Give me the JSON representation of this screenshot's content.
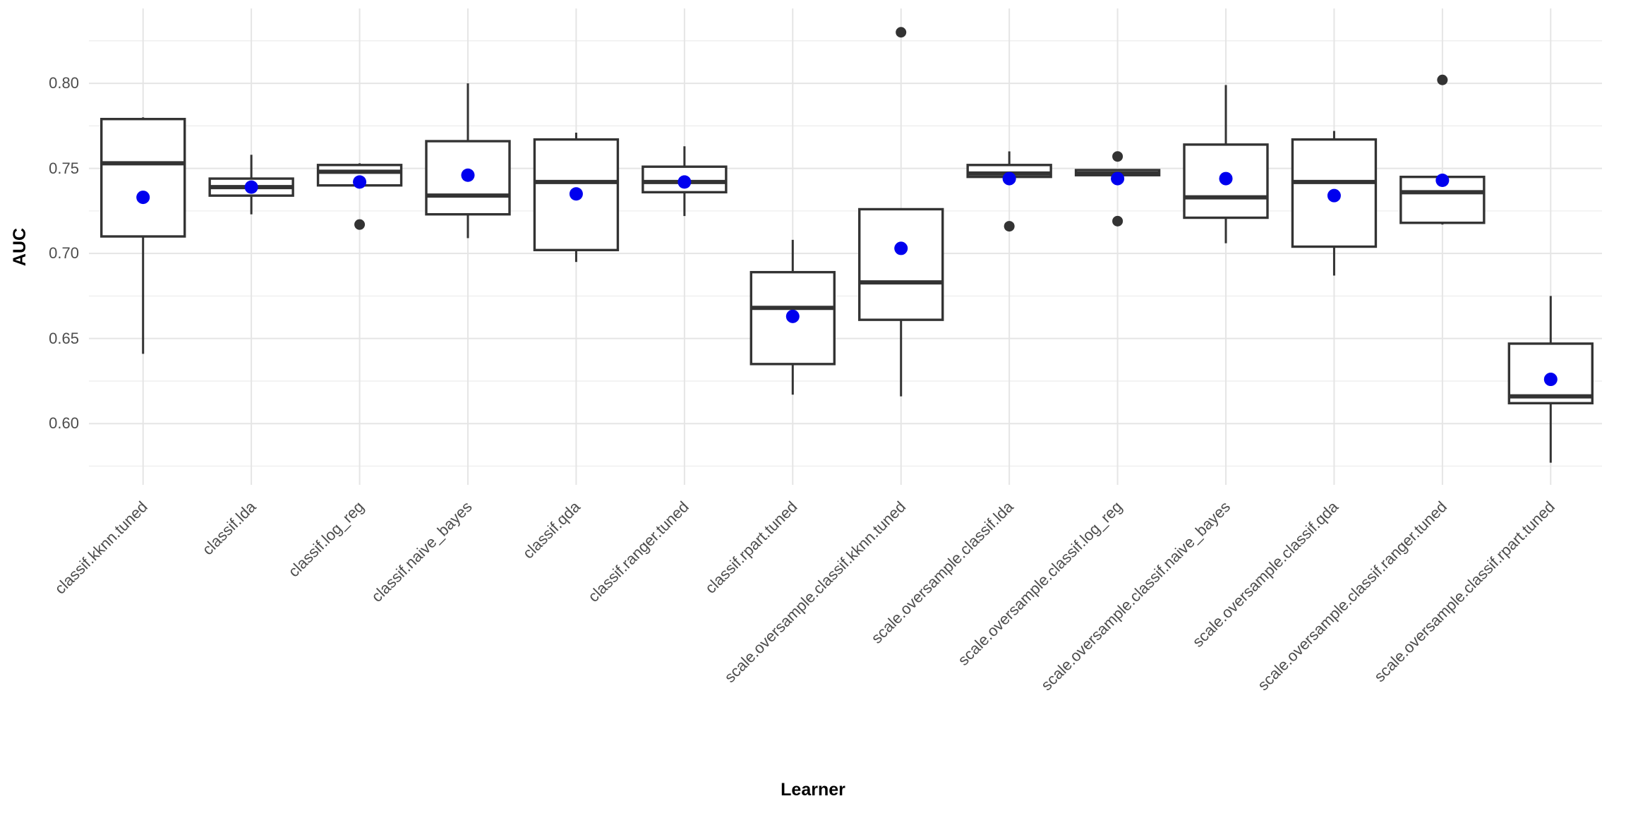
{
  "chart_data": {
    "type": "boxplot",
    "title": "",
    "xlabel": "Learner",
    "ylabel": "AUC",
    "ylim": [
      0.564,
      0.844
    ],
    "y_major_ticks": [
      0.6,
      0.65,
      0.7,
      0.75,
      0.8
    ],
    "y_tick_labels": [
      "0.60",
      "0.65",
      "0.70",
      "0.75",
      "0.80"
    ],
    "y_minor_ticks": [
      0.575,
      0.625,
      0.675,
      0.725,
      0.775,
      0.825
    ],
    "grid": "on",
    "legend": "none",
    "categories": [
      "classif.kknn.tuned",
      "classif.lda",
      "classif.log_reg",
      "classif.naive_bayes",
      "classif.qda",
      "classif.ranger.tuned",
      "classif.rpart.tuned",
      "scale.oversample.classif.kknn.tuned",
      "scale.oversample.classif.lda",
      "scale.oversample.classif.log_reg",
      "scale.oversample.classif.naive_bayes",
      "scale.oversample.classif.qda",
      "scale.oversample.classif.ranger.tuned",
      "scale.oversample.classif.rpart.tuned"
    ],
    "boxes": [
      {
        "whisker_low": 0.641,
        "q1": 0.71,
        "median": 0.753,
        "q3": 0.779,
        "whisker_high": 0.78,
        "mean": 0.733,
        "outliers": []
      },
      {
        "whisker_low": 0.723,
        "q1": 0.734,
        "median": 0.739,
        "q3": 0.744,
        "whisker_high": 0.758,
        "mean": 0.739,
        "outliers": []
      },
      {
        "whisker_low": 0.74,
        "q1": 0.74,
        "median": 0.748,
        "q3": 0.752,
        "whisker_high": 0.753,
        "mean": 0.742,
        "outliers": [
          0.717
        ]
      },
      {
        "whisker_low": 0.709,
        "q1": 0.723,
        "median": 0.734,
        "q3": 0.766,
        "whisker_high": 0.8,
        "mean": 0.746,
        "outliers": []
      },
      {
        "whisker_low": 0.695,
        "q1": 0.702,
        "median": 0.742,
        "q3": 0.767,
        "whisker_high": 0.771,
        "mean": 0.735,
        "outliers": []
      },
      {
        "whisker_low": 0.722,
        "q1": 0.736,
        "median": 0.742,
        "q3": 0.751,
        "whisker_high": 0.763,
        "mean": 0.742,
        "outliers": []
      },
      {
        "whisker_low": 0.617,
        "q1": 0.635,
        "median": 0.668,
        "q3": 0.689,
        "whisker_high": 0.708,
        "mean": 0.663,
        "outliers": []
      },
      {
        "whisker_low": 0.616,
        "q1": 0.661,
        "median": 0.683,
        "q3": 0.726,
        "whisker_high": 0.726,
        "mean": 0.703,
        "outliers": [
          0.83
        ]
      },
      {
        "whisker_low": 0.744,
        "q1": 0.745,
        "median": 0.747,
        "q3": 0.752,
        "whisker_high": 0.76,
        "mean": 0.744,
        "outliers": [
          0.716
        ]
      },
      {
        "whisker_low": 0.746,
        "q1": 0.746,
        "median": 0.747,
        "q3": 0.749,
        "whisker_high": 0.749,
        "mean": 0.744,
        "outliers": [
          0.757,
          0.719
        ]
      },
      {
        "whisker_low": 0.706,
        "q1": 0.721,
        "median": 0.733,
        "q3": 0.764,
        "whisker_high": 0.799,
        "mean": 0.744,
        "outliers": []
      },
      {
        "whisker_low": 0.687,
        "q1": 0.704,
        "median": 0.742,
        "q3": 0.767,
        "whisker_high": 0.772,
        "mean": 0.734,
        "outliers": []
      },
      {
        "whisker_low": 0.717,
        "q1": 0.718,
        "median": 0.736,
        "q3": 0.745,
        "whisker_high": 0.745,
        "mean": 0.743,
        "outliers": [
          0.802
        ]
      },
      {
        "whisker_low": 0.577,
        "q1": 0.612,
        "median": 0.616,
        "q3": 0.647,
        "whisker_high": 0.675,
        "mean": 0.626,
        "outliers": []
      }
    ],
    "colors": {
      "box_border": "#333333",
      "median_line": "#333333",
      "whisker": "#333333",
      "mean_point": "#0000ee",
      "outlier_point": "#333333",
      "grid_major": "#e5e5e5",
      "grid_minor": "#f0f0f0",
      "axis_text": "#4d4d4d",
      "axis_title": "#000000",
      "background": "#ffffff",
      "box_fill": "#ffffff"
    }
  }
}
